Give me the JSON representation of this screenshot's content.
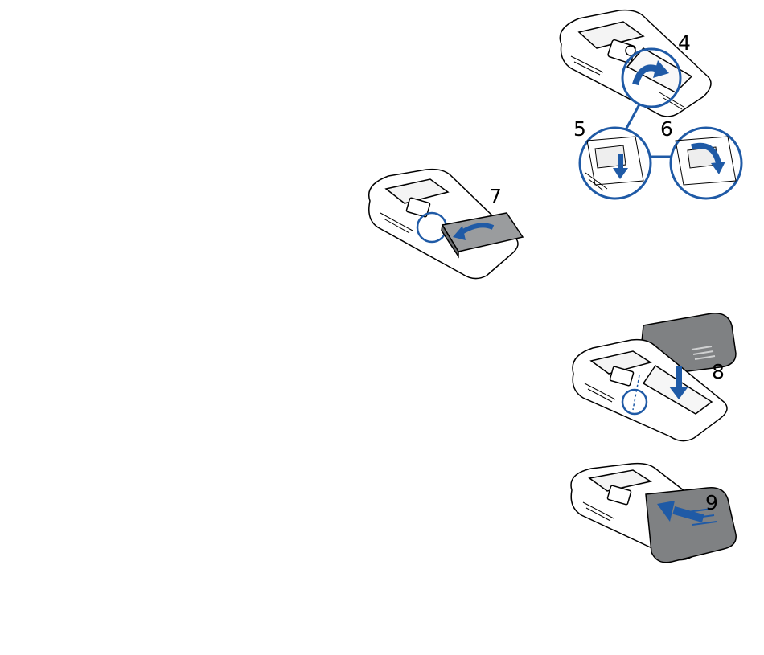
{
  "colors": {
    "accent": "#1f5aa6",
    "outline": "#000000",
    "body": "#ffffff",
    "cover": "#7f8183",
    "cover_dark": "#5d5f61"
  },
  "steps": {
    "s4": "4",
    "s5": "5",
    "s6": "6",
    "s7": "7",
    "s8": "8",
    "s9": "9"
  },
  "icons": {
    "rotate": "curved-arrow-icon",
    "insert": "down-arrow-icon",
    "slide": "left-arrow-icon"
  }
}
